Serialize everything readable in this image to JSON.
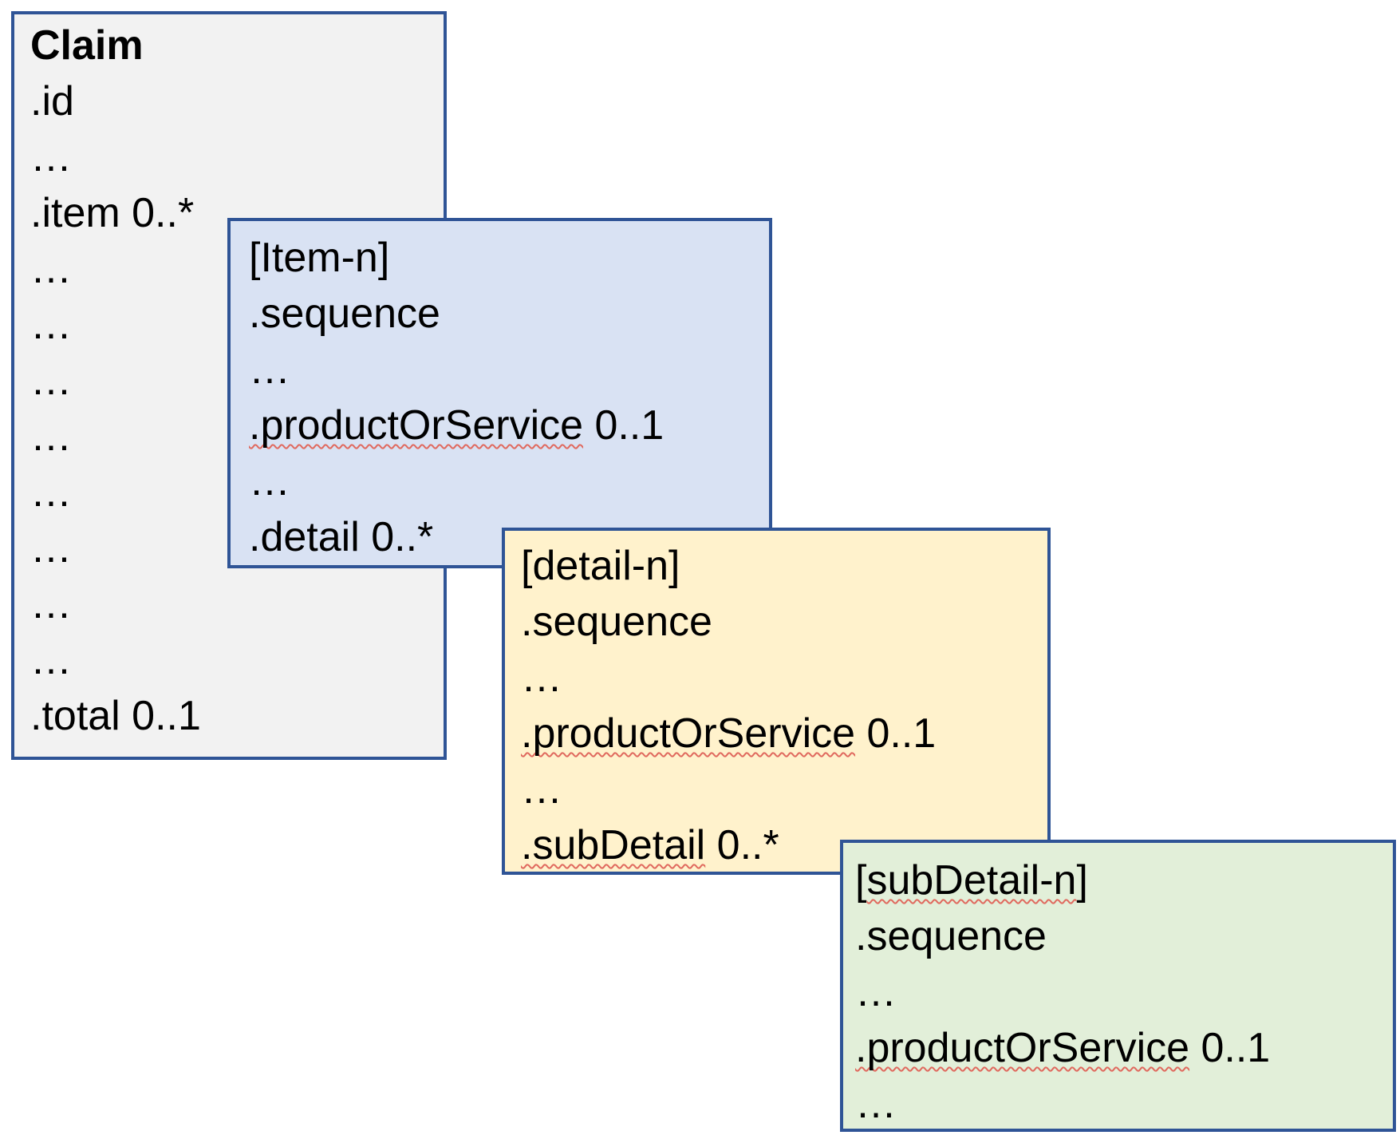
{
  "colors": {
    "background": "#FFFFFF",
    "border": "#2F5496",
    "claim_fill": "#F2F2F2",
    "item_fill": "#D9E2F3",
    "detail_fill": "#FFF2CC",
    "subdetail_fill": "#E2EFD9",
    "text": "#000000",
    "spellcheck_squiggle": "#E0695E"
  },
  "boxes": {
    "claim": {
      "title": "Claim",
      "id": ".id",
      "ellipsis": "…",
      "item": ".item 0..*",
      "total": ".total 0..1"
    },
    "item": {
      "header": "[Item-n]",
      "sequence": ".sequence",
      "ellipsis": "…",
      "productOrService": {
        "flag": ".productOrService",
        "rest": " 0..1"
      },
      "detail": ".detail 0..*"
    },
    "detail": {
      "header": "[detail-n]",
      "sequence": ".sequence",
      "ellipsis": "…",
      "productOrService": {
        "flag": ".productOrService",
        "rest": " 0..1"
      },
      "subDetail": {
        "flag": ".subDetail",
        "rest": " 0..*"
      }
    },
    "subdetail": {
      "header": {
        "pre": "[",
        "flag": "subDetail-n",
        "rest": "]"
      },
      "sequence": ".sequence",
      "ellipsis": "…",
      "productOrService": {
        "flag": ".productOrService",
        "rest": " 0..1"
      }
    }
  }
}
